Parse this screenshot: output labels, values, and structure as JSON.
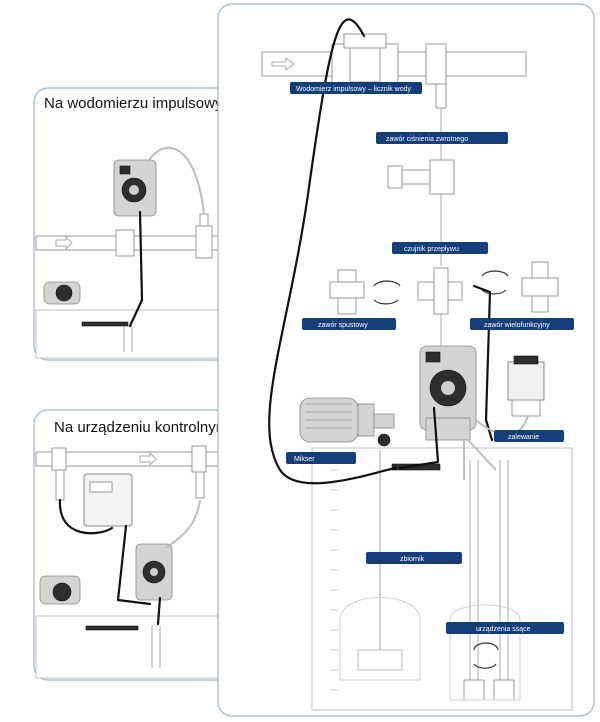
{
  "panels": {
    "impulse_meter": {
      "title": "Na wodomierzu impulsowym"
    },
    "controller": {
      "title": "Na urządzeniu kontrolnym"
    }
  },
  "labels": {
    "impulse_water_meter": "Wodomierz impulsowy – licznik wody",
    "check_valve": "zawór ciśnienia zwrotnego",
    "flow_sensor": "czujnik przepływu",
    "drain_valve": "zawór spustowy",
    "multifunction_valve": "zawór wielofunkcyjny",
    "priming": "zalewanie",
    "mixer": "Mikser",
    "tank": "zbiornik",
    "suction_devices": "urządzenia ssące"
  },
  "colors": {
    "label_bg": "#143d7a",
    "cable": "#111111",
    "outline": "#a0a0a0"
  }
}
